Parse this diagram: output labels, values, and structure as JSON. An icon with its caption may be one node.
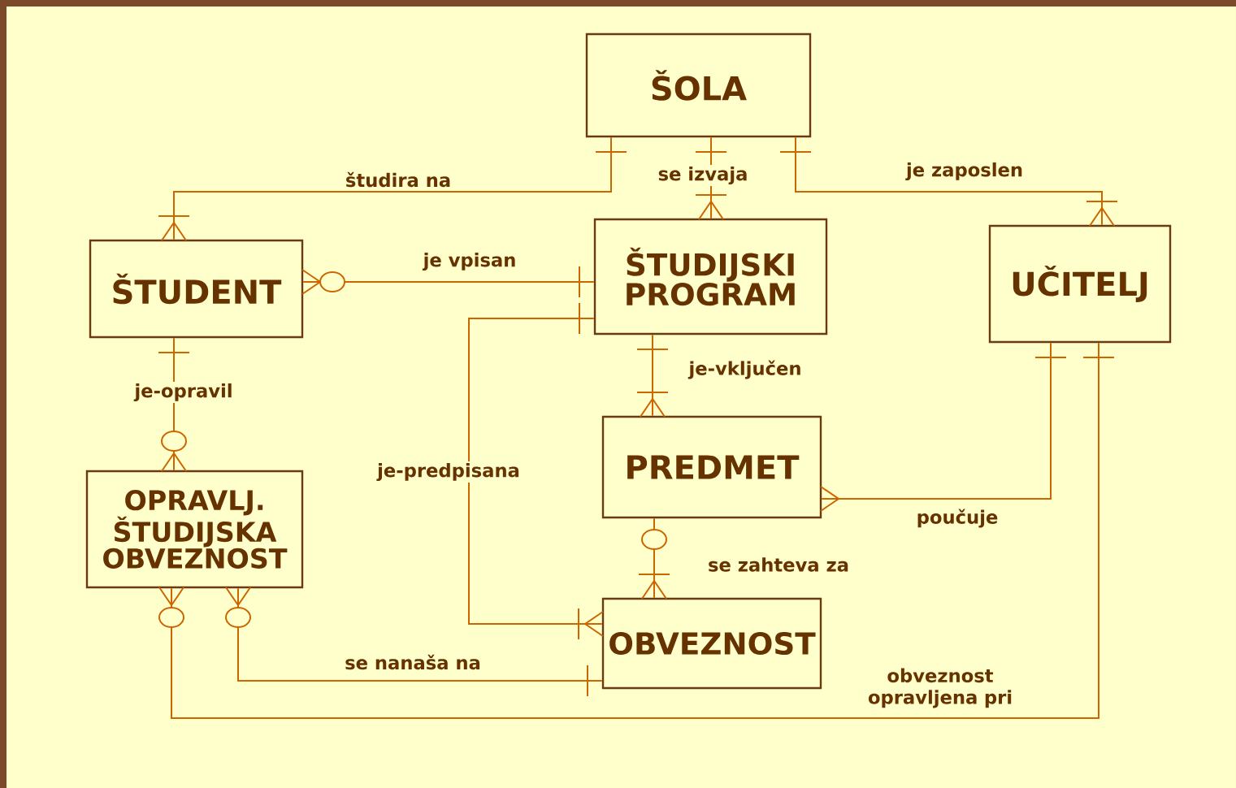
{
  "diagram": {
    "nodes": [
      {
        "text": [
          "ŠOLA"
        ]
      },
      {
        "text": [
          "ŠTUDENT"
        ]
      },
      {
        "text": [
          "ŠTUDIJSKI PROGRAM"
        ]
      },
      {
        "text": [
          "UČITELJ"
        ]
      },
      {
        "text": [
          "PREDMET"
        ]
      },
      {
        "text": [
          "OPRAVLJ. ŠTUDIJSKA OBVEZNOST"
        ]
      },
      {
        "text": [
          "OBVEZNOST"
        ]
      }
    ],
    "edges": [
      {
        "from": 0,
        "to": 1,
        "arrow": "other",
        "label": "študira na"
      },
      {
        "from": 0,
        "to": 2,
        "arrow": "other",
        "label": "se izvaja"
      },
      {
        "from": 0,
        "to": 3,
        "arrow": "other",
        "label": "je zaposlen"
      },
      {
        "from": 1,
        "to": 2,
        "arrow": "other",
        "label": "je vpisan"
      },
      {
        "from": 2,
        "to": 6,
        "arrow": "other",
        "label": "je-predpisana"
      },
      {
        "from": 2,
        "to": 4,
        "arrow": "other",
        "label": "je-vključen"
      },
      {
        "from": 1,
        "to": 5,
        "arrow": "other",
        "label": "je-opravil"
      },
      {
        "from": 4,
        "to": 3,
        "arrow": "other",
        "label": "poučuje"
      },
      {
        "from": 4,
        "to": 6,
        "arrow": "other",
        "label": "se zahteva za"
      },
      {
        "from": 5,
        "to": 6,
        "arrow": "other",
        "label": "se nanaša na"
      },
      {
        "from": 5,
        "to": 3,
        "arrow": "other",
        "label": "obveznost opravljena pri"
      }
    ]
  }
}
